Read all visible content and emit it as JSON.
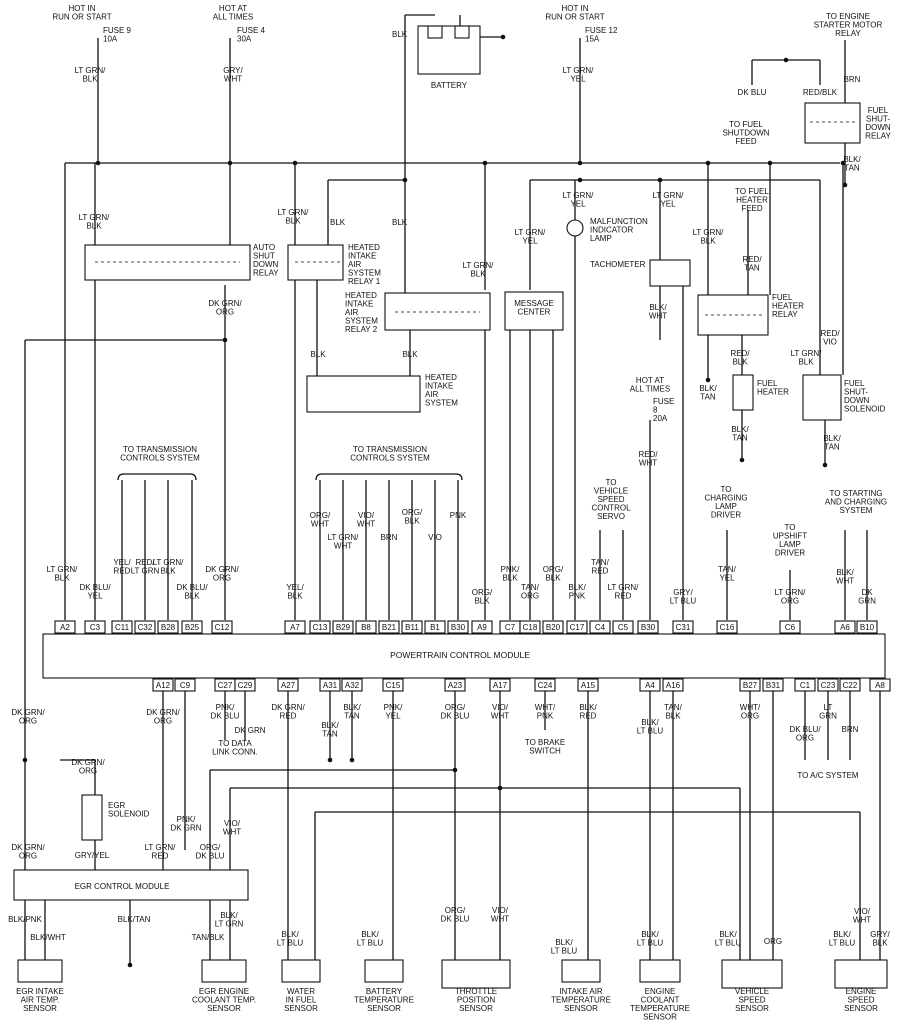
{
  "top": {
    "hot_run_start_1": "HOT IN\nRUN OR START",
    "fuse9": "FUSE 9\n10A",
    "hot_all_times_1": "HOT AT\nALL TIMES",
    "fuse4": "FUSE 4\n30A",
    "battery": "BATTERY",
    "batt_blk": "BLK",
    "hot_run_start_2": "HOT IN\nRUN OR START",
    "fuse12": "FUSE 12\n15A",
    "starter_relay_to": "TO ENGINE\nSTARTER MOTOR\nRELAY"
  },
  "components": {
    "auto_shutdown_relay": "AUTO\nSHUT\nDOWN\nRELAY",
    "hia_relay1": "HEATED\nINTAKE\nAIR\nSYSTEM\nRELAY 1",
    "hia_relay2": "HEATED\nINTAKE\nAIR\nSYSTEM\nRELAY 2",
    "hia_system": "HEATED\nINTAKE\nAIR\nSYSTEM",
    "message_center": "MESSAGE\nCENTER",
    "mil": "MALFUNCTION\nINDICATOR\nLAMP",
    "tachometer": "TACHOMETER",
    "fuel_heater_relay": "FUEL\nHEATER\nRELAY",
    "fuel_heater": "FUEL\nHEATER",
    "fuel_heater_feed": "TO FUEL\nHEATER\nFEED",
    "fuel_shutdown_relay": "FUEL\nSHUT-\nDOWN\nRELAY",
    "fuel_shutdown_feed": "TO FUEL\nSHUTDOWN\nFEED",
    "fuel_shutdown_solenoid": "FUEL\nSHUT-\nDOWN\nSOLENOID",
    "hot_all_times_3": "HOT AT\nALL TIMES",
    "fuse8": "FUSE\n8\n20A",
    "to_trans_1": "TO TRANSMISSION\nCONTROLS SYSTEM",
    "to_trans_2": "TO TRANSMISSION\nCONTROLS SYSTEM",
    "to_vss_servo": "TO\nVEHICLE\nSPEED\nCONTROL\nSERVO",
    "to_charging_lamp": "TO\nCHARGING\nLAMP\nDRIVER",
    "to_upshift_lamp": "TO\nUPSHIFT\nLAMP\nDRIVER",
    "to_starting_charging": "TO STARTING\nAND CHARGING\nSYSTEM",
    "pcm": "POWERTRAIN CONTROL MODULE",
    "to_data_link": "TO DATA\nLINK CONN.",
    "to_brake_switch": "TO BRAKE\nSWITCH",
    "to_ac": "TO A/C SYSTEM",
    "egr_solenoid": "EGR\nSOLENOID",
    "egr_module": "EGR CONTROL MODULE"
  },
  "wires_top": {
    "ltgrn_blk": "LT GRN/\nBLK",
    "gry_wht": "GRY/\nWHT",
    "ltgrn_yel": "LT GRN/\nYEL",
    "dkblu": "DK BLU",
    "redblk": "RED/BLK",
    "brn": "BRN",
    "blk_tan": "BLK/\nTAN",
    "dkgrn_org": "DK GRN/\nORG",
    "redtan": "RED/\nTAN",
    "blk_wht": "BLK/\nWHT",
    "red_vio": "RED/\nVIO",
    "red_blk2": "RED/\nBLK",
    "red_wht": "RED/\nWHT",
    "ltgrn_yel2": "LT GRN/\nYEL",
    "ltgrn_blk3": "LT GRN/\nBLK",
    "blk": "BLK"
  },
  "pcm_top_wires": [
    "LT GRN/\nBLK",
    "DK BLU/\nYEL",
    "YEL/\nRED",
    "RED/\nLT GRN",
    "LT GRN/\nBLK",
    "DK BLU/\nBLK",
    "DK GRN/\nORG",
    "YEL/\nBLK",
    "ORG/\nWHT",
    "LT GRN/\nWHT",
    "VIO/\nWHT",
    "BRN",
    "ORG/\nBLK",
    "VIO",
    "PNK",
    "ORG/\nBLK",
    "PNK/\nBLK",
    "TAN/\nORG",
    "ORG/\nBLK",
    "BLK/\nPNK",
    "TAN/\nRED",
    "LT GRN/\nRED",
    "GRY/\nLT BLU",
    "TAN/\nYEL",
    "LT GRN/\nORG",
    "BLK/\nWHT",
    "DK\nGRN"
  ],
  "pcm_top_pins": [
    "A2",
    "C3",
    "C11",
    "C32",
    "B28",
    "B25",
    "C12",
    "A7",
    "C13",
    "B29",
    "B8",
    "B21",
    "B11",
    "B1",
    "B30",
    "A9",
    "C7",
    "C18",
    "B20",
    "C17",
    "C4",
    "C5",
    "B30",
    "C31",
    "C16",
    "C6",
    "A6",
    "B10"
  ],
  "pcm_bottom_pins": [
    "A12",
    "C9",
    "C27",
    "C29",
    "A27",
    "A31",
    "A32",
    "C15",
    "A23",
    "A17",
    "C24",
    "A15",
    "A4",
    "A16",
    "B27",
    "B31",
    "C1",
    "C23",
    "C22",
    "A8"
  ],
  "pcm_bottom_wires": [
    "DK GRN/\nORG",
    "PNK/\nDK BLU",
    "DK GRN",
    "DK GRN/\nRED",
    "BLK/\nTAN",
    "BLK/\nTAN",
    "PNK/\nYEL",
    "ORG/\nDK BLU",
    "VIO/\nWHT",
    "WHT/\nPNK",
    "BLK/\nRED",
    "BLK/\nLT BLU",
    "TAN/\nBLK",
    "WHT/\nORG",
    "DK BLU/\nORG",
    "LT\nGRN",
    "BRN"
  ],
  "lower_wires": {
    "dkgrn_org_a": "DK GRN/\nORG",
    "dkgrn_org_b": "DK GRN/\nORG",
    "dkgrn_org_c": "DK GRN/\nORG",
    "gry_yel": "GRY/YEL",
    "ltgrn_red": "LT GRN/\nRED",
    "pnk_dkgrn": "PNK/\nDK GRN",
    "org_dkblu": "ORG/\nDK BLU",
    "vio_wht": "VIO/\nWHT",
    "blk_pnk": "BLK/PNK",
    "blk_wht": "BLK/WHT",
    "blk_tan": "BLK/TAN",
    "blk_ltgrn": "BLK/\nLT GRN",
    "tan_blk": "TAN/BLK",
    "blk_ltblu": "BLK/\nLT BLU",
    "org": "ORG",
    "gry_blk": "GRY/\nBLK"
  },
  "sensors": [
    "EGR INTAKE\nAIR TEMP.\nSENSOR",
    "EGR ENGINE\nCOOLANT TEMP.\nSENSOR",
    "WATER\nIN FUEL\nSENSOR",
    "BATTERY\nTEMPERATURE\nSENSOR",
    "THROTTLE\nPOSITION\nSENSOR",
    "INTAKE AIR\nTEMPERATURE\nSENSOR",
    "ENGINE\nCOOLANT\nTEMPERATURE\nSENSOR",
    "VEHICLE\nSPEED\nSENSOR",
    "ENGINE\nSPEED\nSENSOR"
  ]
}
